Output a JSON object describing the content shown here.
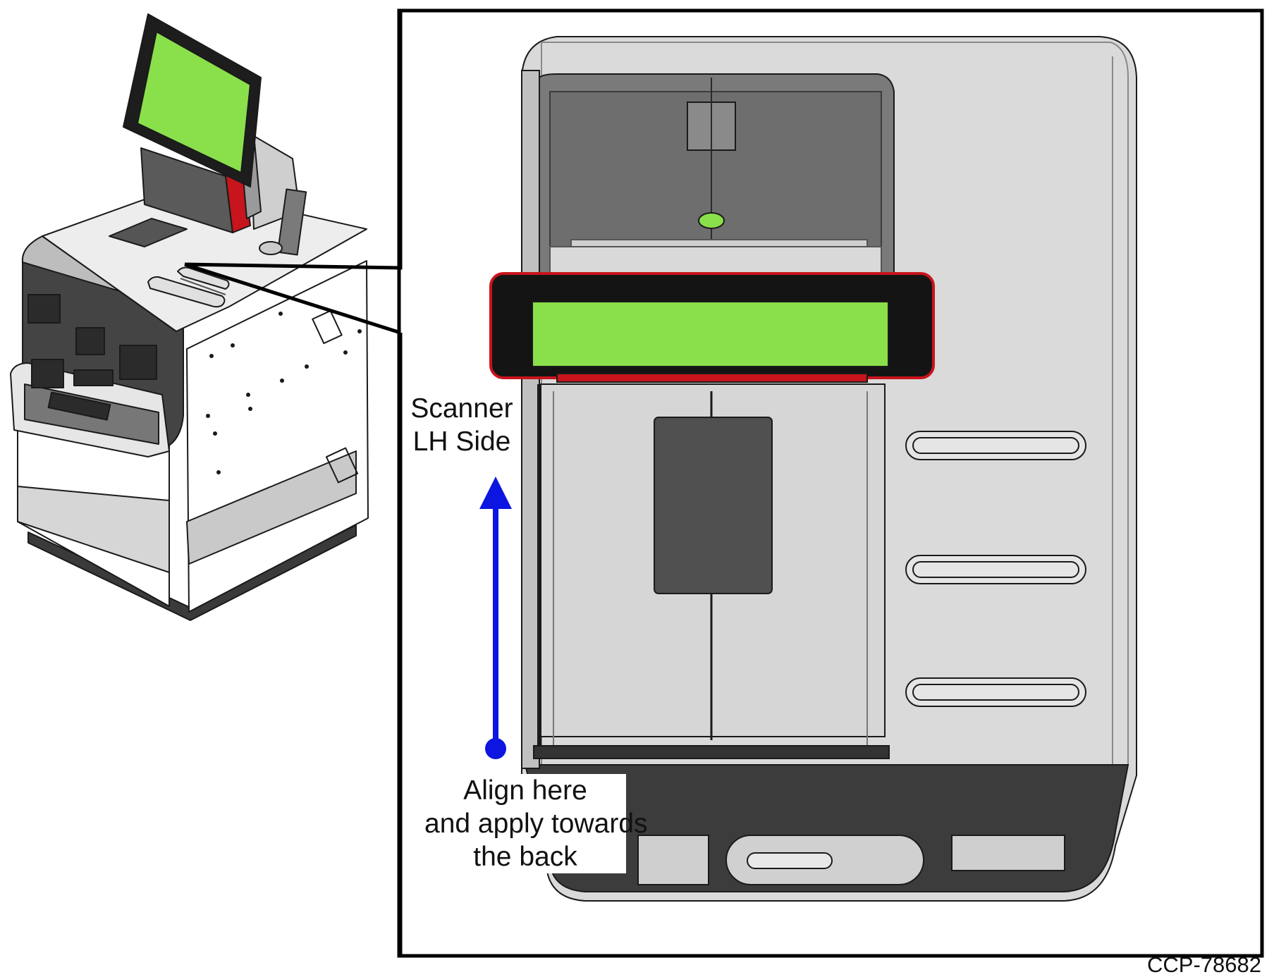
{
  "figure": {
    "labels": {
      "scanner_side": [
        "Scanner",
        "LH Side"
      ],
      "align_instruction": [
        "Align here",
        "and apply towards",
        "the back"
      ]
    },
    "figure_id": "CCP-78682"
  },
  "colors": {
    "screen_green": "#8ae04b",
    "arrow_blue": "#0c16e0",
    "bezel_red": "#c8141c",
    "panel_gray": "#d9d9d9",
    "dark_pad": "#505050",
    "outline": "#1a1a1a"
  },
  "icons": {
    "alignment_arrow": "arrow-up-icon",
    "alignment_point": "dot-icon"
  }
}
